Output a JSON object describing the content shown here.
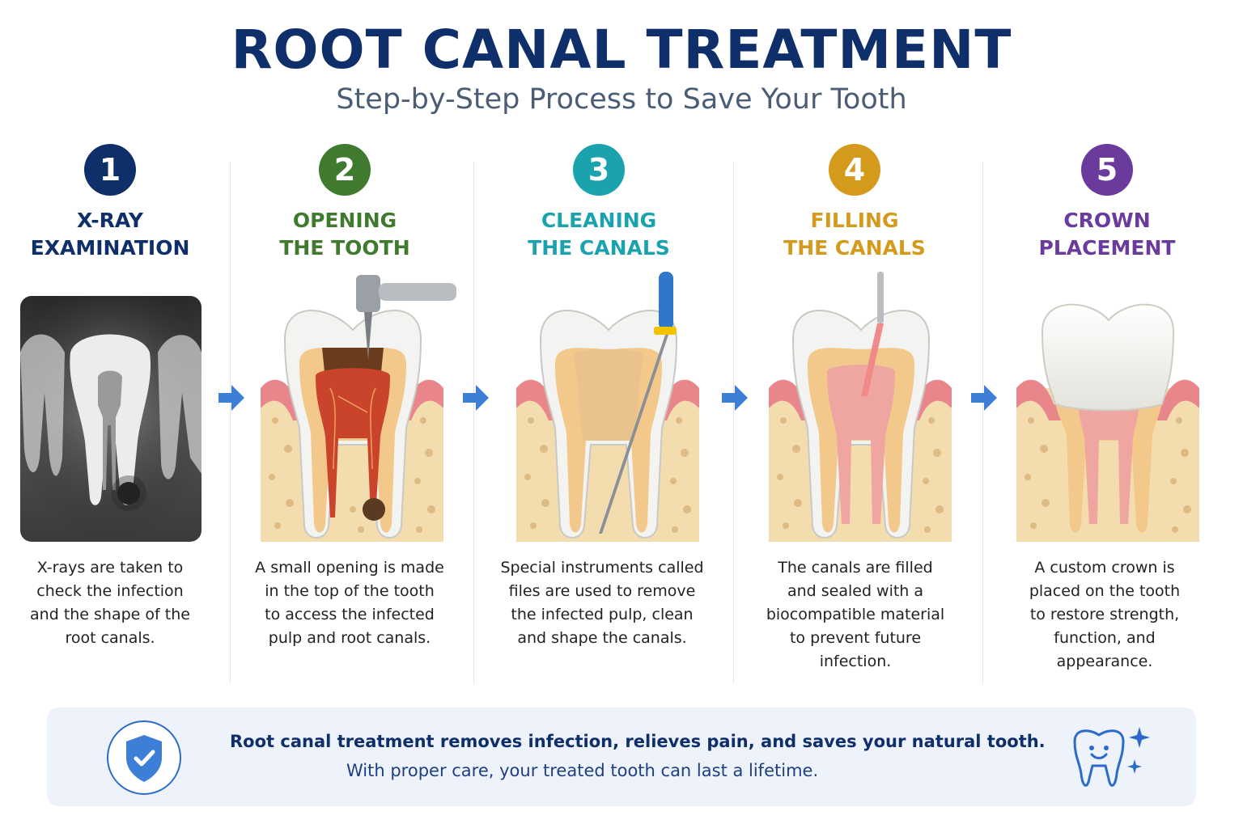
{
  "header": {
    "title": "ROOT CANAL TREATMENT",
    "subtitle": "Step-by-Step Process to Save Your Tooth"
  },
  "steps": [
    {
      "number": "1",
      "title_line1": "X-RAY",
      "title_line2": "EXAMINATION",
      "color": "#0f2f6b",
      "description": [
        "X-rays are taken to",
        "check the infection",
        "and the shape of the",
        "root canals."
      ]
    },
    {
      "number": "2",
      "title_line1": "OPENING",
      "title_line2": "THE TOOTH",
      "color": "#3f7a2e",
      "description": [
        "A small opening is made",
        "in the top of the tooth",
        "to access the infected",
        "pulp and root canals."
      ]
    },
    {
      "number": "3",
      "title_line1": "CLEANING",
      "title_line2": "THE CANALS",
      "color": "#1aa3ad",
      "description": [
        "Special instruments called",
        "files are used to remove",
        "the infected pulp, clean",
        "and shape the canals."
      ]
    },
    {
      "number": "4",
      "title_line1": "FILLING",
      "title_line2": "THE CANALS",
      "color": "#d49a1c",
      "description": [
        "The canals are filled",
        "and sealed with a",
        "biocompatible material",
        "to prevent future",
        "infection."
      ]
    },
    {
      "number": "5",
      "title_line1": "CROWN",
      "title_line2": "PLACEMENT",
      "color": "#6a3a9c",
      "description": [
        "A custom crown is",
        "placed on the tooth",
        "to restore strength,",
        "function, and",
        "appearance."
      ]
    }
  ],
  "footer": {
    "main": "Root canal treatment removes infection, relieves pain, and saves your natural tooth.",
    "sub": "With proper care, your treated tooth can last a lifetime."
  },
  "colors": {
    "arrow": "#3d7fd6",
    "gum": "#e9868c",
    "bone": "#f3dcae",
    "enamel": "#f3f3f1",
    "pulp_healthy": "#f0a6a0",
    "pulp_infected": "#c9442a"
  },
  "icons": [
    "right-arrow-icon",
    "shield-check-icon",
    "smiling-tooth-icon",
    "sparkle-icon"
  ]
}
